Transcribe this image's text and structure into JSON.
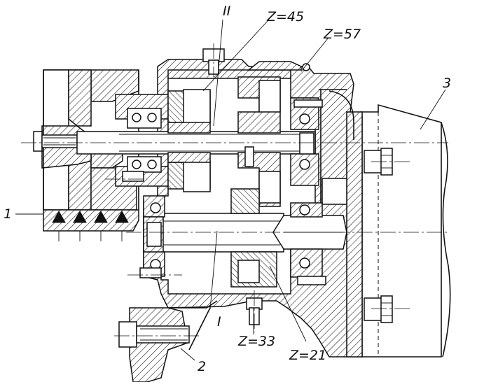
{
  "labels": {
    "shaft_II": "II",
    "gear_z45": "Z=45",
    "gear_z57": "Z=57",
    "part_3": "3",
    "part_1": "1",
    "shaft_I": "I",
    "gear_z33": "Z=33",
    "part_2": "2",
    "gear_z21": "Z=21"
  }
}
